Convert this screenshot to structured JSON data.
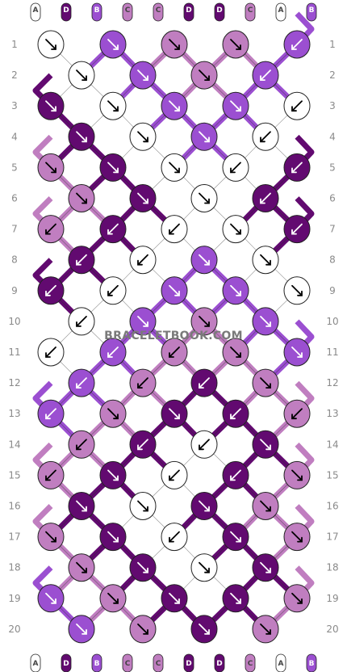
{
  "colors": {
    "A": "#ffffff",
    "B": "#9b4fd1",
    "C": "#c07ec0",
    "D": "#620a70"
  },
  "top_strings": [
    "A",
    "D",
    "B",
    "C",
    "C",
    "D",
    "D",
    "C",
    "A",
    "B"
  ],
  "bottom_strings": [
    "A",
    "D",
    "B",
    "C",
    "C",
    "D",
    "D",
    "C",
    "A",
    "B"
  ],
  "row_numbers": [
    "1",
    "2",
    "3",
    "4",
    "5",
    "6",
    "7",
    "8",
    "9",
    "10",
    "11",
    "12",
    "13",
    "14",
    "15",
    "16",
    "17",
    "18",
    "19",
    "20"
  ],
  "watermark": "BRACELETBOOK.COM",
  "knots": [
    [
      [
        "A",
        "se"
      ],
      [
        "B",
        "se"
      ],
      [
        "C",
        "se"
      ],
      [
        "C",
        "se"
      ],
      [
        "B",
        "sw"
      ]
    ],
    [
      [
        "A",
        "se"
      ],
      [
        "B",
        "se"
      ],
      [
        "C",
        "se"
      ],
      [
        "B",
        "sw"
      ]
    ],
    [
      [
        "D",
        "se"
      ],
      [
        "A",
        "se"
      ],
      [
        "B",
        "se"
      ],
      [
        "B",
        "se"
      ],
      [
        "A",
        "sw"
      ]
    ],
    [
      [
        "D",
        "se"
      ],
      [
        "A",
        "se"
      ],
      [
        "B",
        "se"
      ],
      [
        "A",
        "sw"
      ]
    ],
    [
      [
        "C",
        "se"
      ],
      [
        "D",
        "se"
      ],
      [
        "A",
        "se"
      ],
      [
        "A",
        "sw"
      ],
      [
        "D",
        "sw"
      ]
    ],
    [
      [
        "C",
        "se"
      ],
      [
        "D",
        "se"
      ],
      [
        "A",
        "se"
      ],
      [
        "D",
        "sw"
      ]
    ],
    [
      [
        "C",
        "sw"
      ],
      [
        "D",
        "sw"
      ],
      [
        "A",
        "sw"
      ],
      [
        "A",
        "se"
      ],
      [
        "D",
        "sw"
      ]
    ],
    [
      [
        "D",
        "sw"
      ],
      [
        "A",
        "sw"
      ],
      [
        "B",
        "se"
      ],
      [
        "A",
        "se"
      ]
    ],
    [
      [
        "D",
        "sw"
      ],
      [
        "A",
        "sw"
      ],
      [
        "B",
        "se"
      ],
      [
        "B",
        "se"
      ],
      [
        "A",
        "se"
      ]
    ],
    [
      [
        "A",
        "sw"
      ],
      [
        "B",
        "se"
      ],
      [
        "C",
        "se"
      ],
      [
        "B",
        "se"
      ]
    ],
    [
      [
        "A",
        "sw"
      ],
      [
        "B",
        "sw"
      ],
      [
        "C",
        "sw"
      ],
      [
        "C",
        "se"
      ],
      [
        "B",
        "se"
      ]
    ],
    [
      [
        "B",
        "sw"
      ],
      [
        "C",
        "sw"
      ],
      [
        "D",
        "sw"
      ],
      [
        "C",
        "se"
      ]
    ],
    [
      [
        "B",
        "sw"
      ],
      [
        "C",
        "se"
      ],
      [
        "D",
        "se"
      ],
      [
        "D",
        "sw"
      ],
      [
        "C",
        "sw"
      ]
    ],
    [
      [
        "C",
        "sw"
      ],
      [
        "D",
        "sw"
      ],
      [
        "A",
        "sw"
      ],
      [
        "D",
        "se"
      ]
    ],
    [
      [
        "C",
        "sw"
      ],
      [
        "D",
        "se"
      ],
      [
        "A",
        "sw"
      ],
      [
        "D",
        "sw"
      ],
      [
        "C",
        "se"
      ]
    ],
    [
      [
        "D",
        "se"
      ],
      [
        "A",
        "se"
      ],
      [
        "D",
        "se"
      ],
      [
        "C",
        "se"
      ]
    ],
    [
      [
        "C",
        "se"
      ],
      [
        "D",
        "se"
      ],
      [
        "A",
        "sw"
      ],
      [
        "D",
        "se"
      ],
      [
        "C",
        "se"
      ]
    ],
    [
      [
        "C",
        "se"
      ],
      [
        "D",
        "se"
      ],
      [
        "A",
        "se"
      ],
      [
        "D",
        "se"
      ]
    ],
    [
      [
        "B",
        "se"
      ],
      [
        "C",
        "se"
      ],
      [
        "D",
        "se"
      ],
      [
        "D",
        "se"
      ],
      [
        "C",
        "se"
      ]
    ],
    [
      [
        "B",
        "se"
      ],
      [
        "C",
        "se"
      ],
      [
        "D",
        "se"
      ],
      [
        "C",
        "se"
      ]
    ]
  ]
}
